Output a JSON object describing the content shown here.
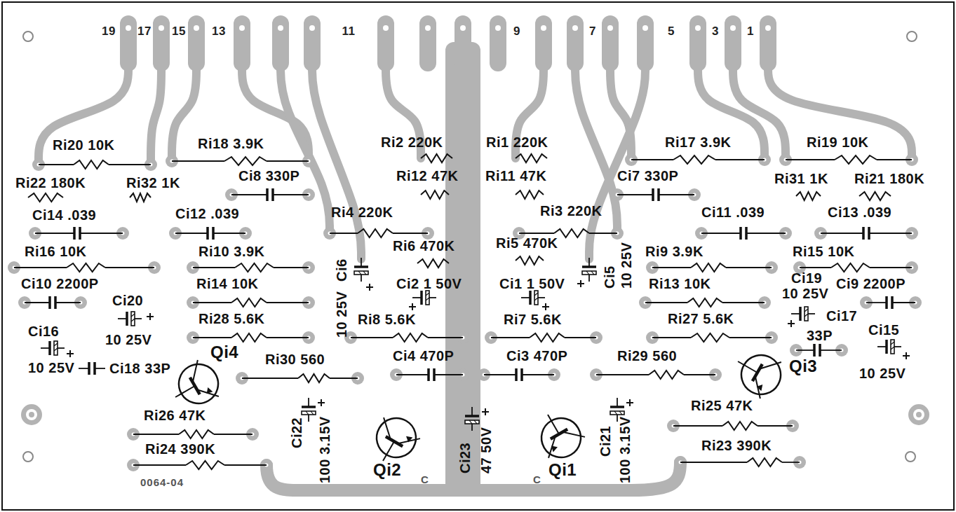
{
  "diagram": {
    "labels": [
      "19",
      "17",
      "15",
      "13",
      "11",
      "9",
      "7",
      "5",
      "3",
      "1",
      "Ri20 10K",
      "Ri18 3.9K",
      "Ri2 220K",
      "Ri1 220K",
      "Ri17 3.9K",
      "Ri19 10K",
      "Ri22 180K",
      "Ri32 1K",
      "Ci8 330P",
      "Ri12 47K",
      "Ri11 47K",
      "Ci7 330P",
      "Ri31 1K",
      "Ri21 180K",
      "Ci14 .039",
      "Ci12 .039",
      "Ri4 220K",
      "Ri3 220K",
      "Ci11 .039",
      "Ci13 .039",
      "Ri16 10K",
      "Ri10 3.9K",
      "Ri6 470K",
      "Ri5 470K",
      "Ri9 3.9K",
      "Ri15 10K",
      "Ci6",
      "10 25V",
      "Ci5",
      "10 25V",
      "Ci10 2200P",
      "Ri14 10K",
      "Ci2 1 50V",
      "Ci1 1 50V",
      "Ri13 10K",
      "Ci19",
      "10 25V",
      "Ci9 2200P",
      "Ci20",
      "10 25V",
      "Ri28 5.6K",
      "Ri8 5.6K",
      "Ri7 5.6K",
      "Ri27 5.6K",
      "Ci17",
      "33P",
      "Ci16",
      "10 25V",
      "Ci15",
      "10 25V",
      "Ci18 33P",
      "Qi4",
      "Ri30 560",
      "Ci4 470P",
      "Ci3 470P",
      "Ri29 560",
      "Qi3",
      "Ri26 47K",
      "Ri25 47K",
      "Ci22",
      "100 3.15V",
      "Ci23",
      "47 50V",
      "Ci21",
      "100 3.15V",
      "Ri24 390K",
      "Ri23 390K",
      "Qi2",
      "Qi1",
      "0064-04",
      "C",
      "C"
    ]
  }
}
